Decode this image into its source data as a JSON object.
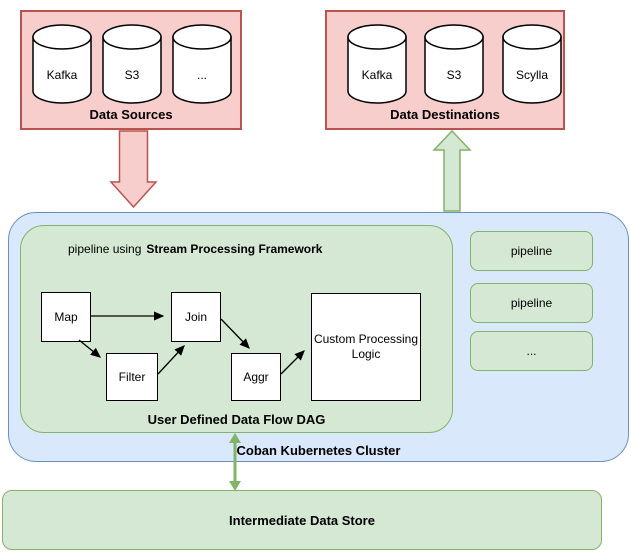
{
  "diagram": {
    "data_sources": {
      "title": "Data Sources",
      "items": [
        "Kafka",
        "S3",
        "..."
      ]
    },
    "data_destinations": {
      "title": "Data Destinations",
      "items": [
        "Kafka",
        "S3",
        "Scylla"
      ]
    },
    "cluster": {
      "label": "Coban Kubernetes Cluster",
      "dag": {
        "title_regular": "pipeline using",
        "title_bold": "Stream Processing Framework",
        "nodes": {
          "map": "Map",
          "join": "Join",
          "filter": "Filter",
          "aggr": "Aggr",
          "custom": "Custom Processing Logic"
        },
        "caption": "User Defined Data Flow DAG"
      },
      "pipelines": [
        "pipeline",
        "pipeline",
        "..."
      ]
    },
    "intermediate_store": {
      "label": "Intermediate Data Store"
    },
    "colors": {
      "pink_fill": "#f8cecc",
      "pink_stroke": "#b85450",
      "blue_fill": "#dae8fc",
      "blue_stroke": "#6c8ebf",
      "green_fill": "#d5e8d4",
      "green_stroke": "#82b366",
      "node_fill": "#ffffff",
      "node_stroke": "#000000"
    }
  }
}
